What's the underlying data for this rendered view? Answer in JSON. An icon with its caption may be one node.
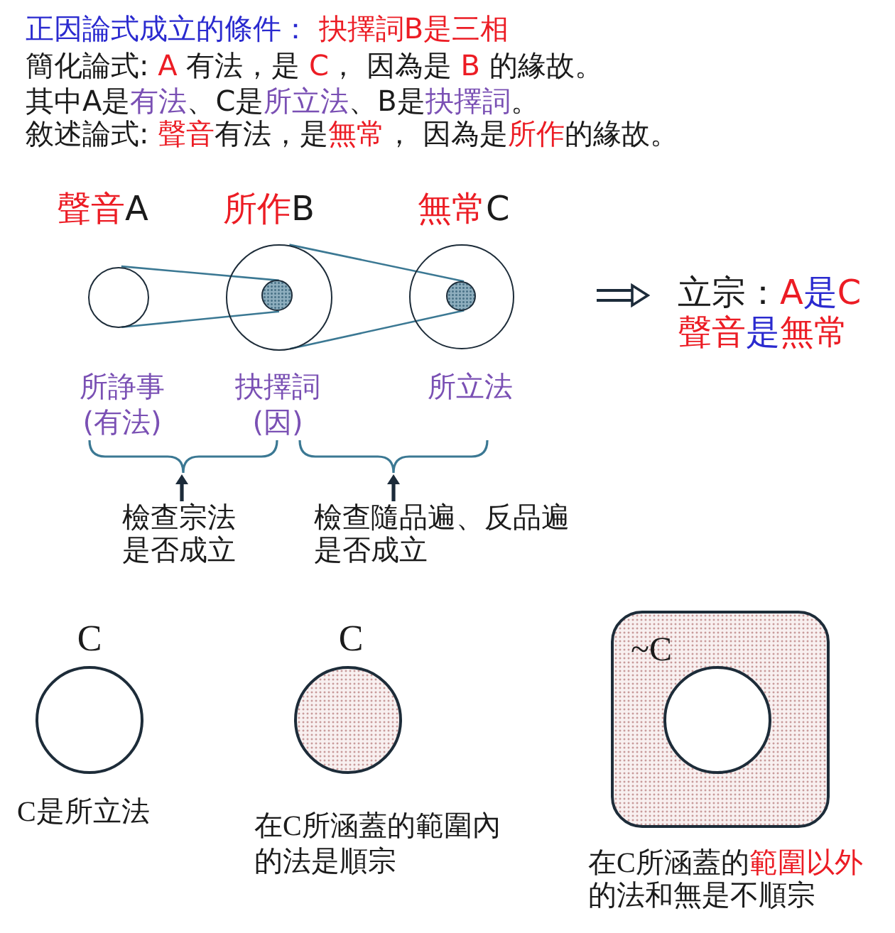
{
  "diagram": {
    "title": "正因論式成立的條件： 抉擇詞B是三相",
    "nodes": [
      {
        "text": [],
        "shape": "circle",
        "beside": [
          "聲音A"
        ]
      },
      {
        "text": [],
        "shape": "circle",
        "beside": [
          "所作B"
        ]
      },
      {
        "text": [],
        "shape": "circle",
        "in": 1
      },
      {
        "text": [],
        "shape": "circle",
        "beside": [
          "無常C"
        ]
      },
      {
        "text": [],
        "shape": "circle",
        "in": 3
      },
      {
        "text": [
          "立宗：A是C",
          "聲音是無常"
        ]
      },
      {
        "text": [],
        "shape": "brace"
      },
      {
        "text": [],
        "shape": "brace"
      },
      {
        "text": [
          "檢查宗法是否成立"
        ]
      },
      {
        "text": [
          "檢查隨品遍、反品遍是否成立"
        ]
      },
      {
        "text": [],
        "shape": "circle",
        "beside": [
          "C",
          "C是所立法"
        ]
      },
      {
        "text": [],
        "shape": "circle",
        "beside": [
          "C",
          "在C所涵蓋的範圍內的法是順宗"
        ]
      },
      {
        "text": [
          "~C"
        ],
        "beside": [
          "在C所涵蓋的範圍以外的法和無是不順宗"
        ]
      },
      {
        "text": [],
        "shape": "circle",
        "in": 12
      }
    ],
    "edges": [
      {
        "from": 0,
        "to": 2,
        "arrow": "none"
      },
      {
        "from": 0,
        "to": 2,
        "arrow": "none"
      },
      {
        "from": 1,
        "to": 4,
        "arrow": "none"
      },
      {
        "from": 1,
        "to": 4,
        "arrow": "none"
      },
      {
        "from": 8,
        "to": 6,
        "arrow": "to",
        "color": "#1c2b3a"
      },
      {
        "from": 9,
        "to": 7,
        "arrow": "to",
        "color": "#1c2b3a"
      },
      {
        "from": null,
        "to": 5,
        "arrow": "to",
        "style": "thick",
        "color": "#1c2b3a"
      }
    ],
    "labels": [
      "簡化論式: A 有法，是 C， 因為是 B 的緣故。",
      "其中A是有法、C是所立法、B是抉擇詞。",
      "敘述論式: 聲音有法，是無常， 因為是所作的緣故。",
      "所諍事(有法)",
      "抉擇詞(因)",
      "所立法"
    ]
  }
}
